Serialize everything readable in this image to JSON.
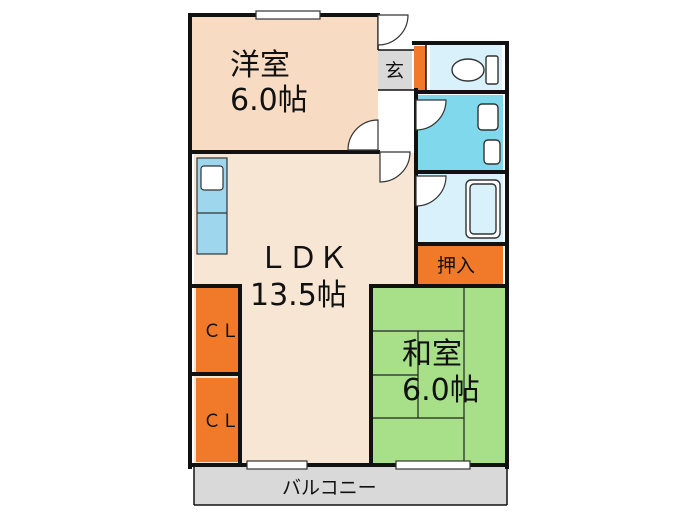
{
  "rooms": {
    "western": {
      "name": "洋室",
      "size": "6.0帖"
    },
    "ldk": {
      "name": "ＬＤＫ",
      "size": "13.5帖"
    },
    "japanese": {
      "name": "和室",
      "size": "6.0帖"
    },
    "entrance": {
      "name": "玄"
    },
    "closet_oshiire": {
      "name": "押入"
    },
    "closet_1": {
      "name": "ＣＬ"
    },
    "closet_2": {
      "name": "ＣＬ"
    },
    "balcony": {
      "name": "バルコニー"
    }
  },
  "colors": {
    "western": "#f7dcc3",
    "ldk": "#f8e6d5",
    "japanese": "#a8e08a",
    "closet": "#f07a2a",
    "water_dark": "#7fd8ec",
    "water_light": "#d8f1fa",
    "entrance": "#d9d9d9",
    "balcony": "#d9d9d9",
    "wall": "#111111"
  }
}
